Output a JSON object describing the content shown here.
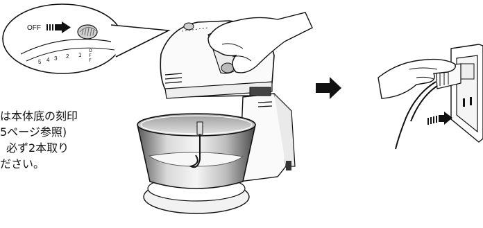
{
  "callout": {
    "off_label": "OFF",
    "dial_numbers": [
      "5",
      "4",
      "3",
      "2",
      "1"
    ],
    "dial_off_letters": [
      "O",
      "F",
      "F"
    ]
  },
  "note_lines": [
    "は本体底の刻印",
    "5ページ参照)",
    "必ず2本取り",
    "ださい。"
  ]
}
